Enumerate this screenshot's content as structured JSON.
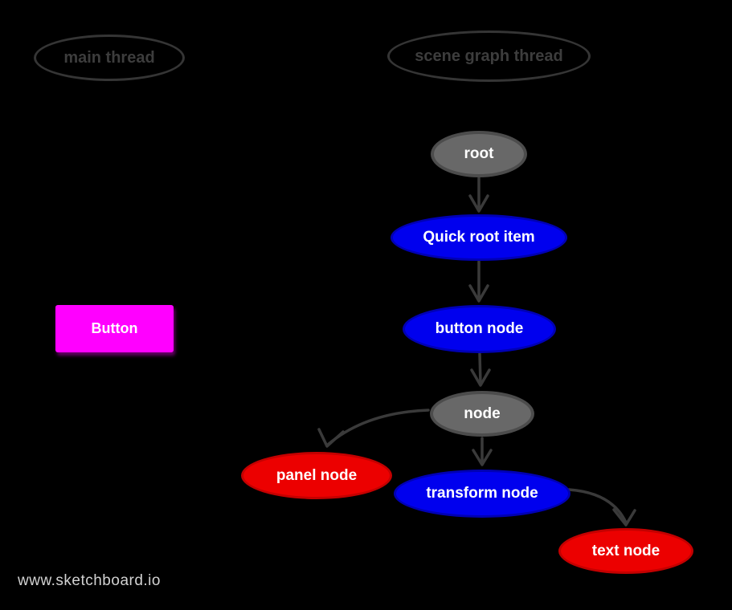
{
  "canvas": {
    "background": "#000000",
    "stroke_color": "#3a3a3a"
  },
  "threads": {
    "main": {
      "label": "main thread"
    },
    "scene_graph": {
      "label": "scene graph thread"
    }
  },
  "button": {
    "label": "Button",
    "color": "#ff00ff"
  },
  "nodes": {
    "root": {
      "label": "root",
      "color": "#686868"
    },
    "quick_root_item": {
      "label": "Quick root item",
      "color": "#0000ee"
    },
    "button_node": {
      "label": "button node",
      "color": "#0000ee"
    },
    "node": {
      "label": "node",
      "color": "#686868"
    },
    "panel_node": {
      "label": "panel node",
      "color": "#ec0000"
    },
    "transform_node": {
      "label": "transform node",
      "color": "#0000ee"
    },
    "text_node": {
      "label": "text node",
      "color": "#ec0000"
    }
  },
  "edges": [
    {
      "from": "root",
      "to": "Quick root item"
    },
    {
      "from": "Quick root item",
      "to": "button node"
    },
    {
      "from": "button node",
      "to": "node"
    },
    {
      "from": "node",
      "to": "panel node"
    },
    {
      "from": "node",
      "to": "transform node"
    },
    {
      "from": "transform node",
      "to": "text node"
    }
  ],
  "watermark": {
    "text": "www.sketchboard.io",
    "color": "#d2d2d2"
  }
}
